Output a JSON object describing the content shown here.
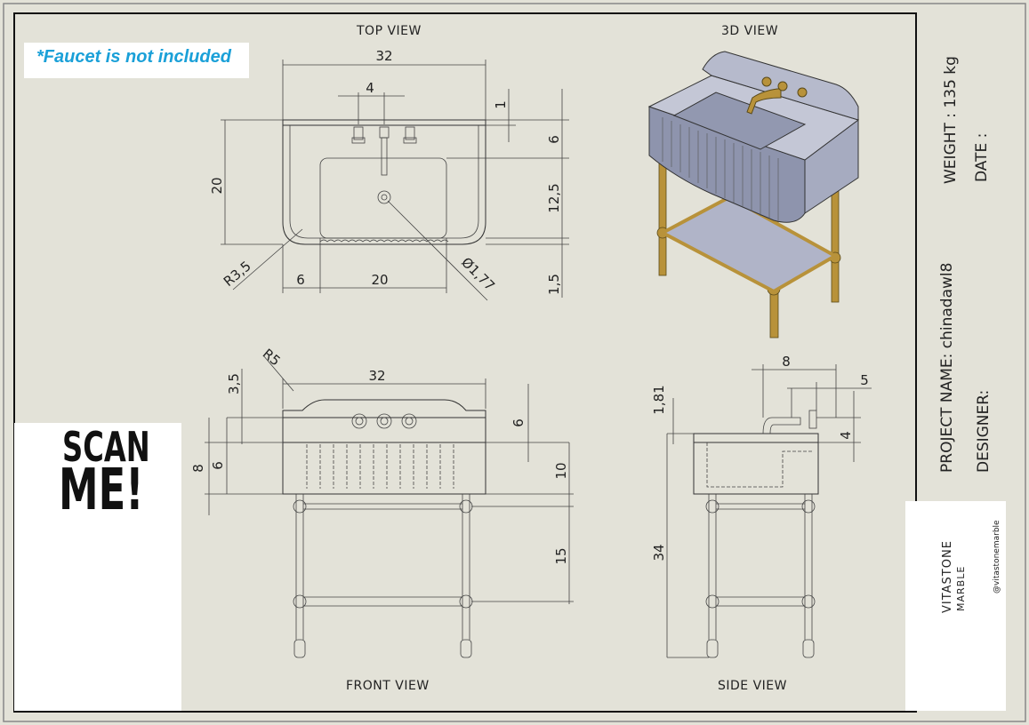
{
  "note": "*Faucet is not included",
  "views": {
    "top": "TOP VIEW",
    "three_d": "3D VIEW",
    "front": "FRONT VIEW",
    "side": "SIDE VIEW"
  },
  "title_block": {
    "weight": "WEIGHT : 135 kg",
    "date": "DATE :",
    "project": "PROJECT NAME: chinadawl8",
    "designer": "DESIGNER:"
  },
  "scan": {
    "line1": "SCAN",
    "line2": "ME!"
  },
  "brand": {
    "name_line1": "VITASTONE",
    "name_line2": "MARBLE",
    "handle": "@vitastonemarble"
  },
  "dimensions": {
    "top_width": "32",
    "top_tap_spacing": "4",
    "top_depth": "20",
    "top_back": "1",
    "top_deck": "6",
    "top_bowl": "12,5",
    "top_front": "1,5",
    "top_radius": "R3,5",
    "top_left": "6",
    "top_bowl_width": "20",
    "top_drain": "Ø1,77",
    "front_radius": "R5",
    "front_width": "32",
    "front_splash": "3,5",
    "front_splash_h": "6",
    "front_total": "8",
    "front_face": "6",
    "front_body": "10",
    "front_shelf": "15",
    "side_top": "1,81",
    "side_a": "8",
    "side_b": "5",
    "side_c": "4",
    "side_height": "34"
  },
  "colors": {
    "background": "#e3e2d8",
    "note_text": "#1aa0d8",
    "brass": "#b8923a",
    "basin": "#9aa0b8"
  }
}
